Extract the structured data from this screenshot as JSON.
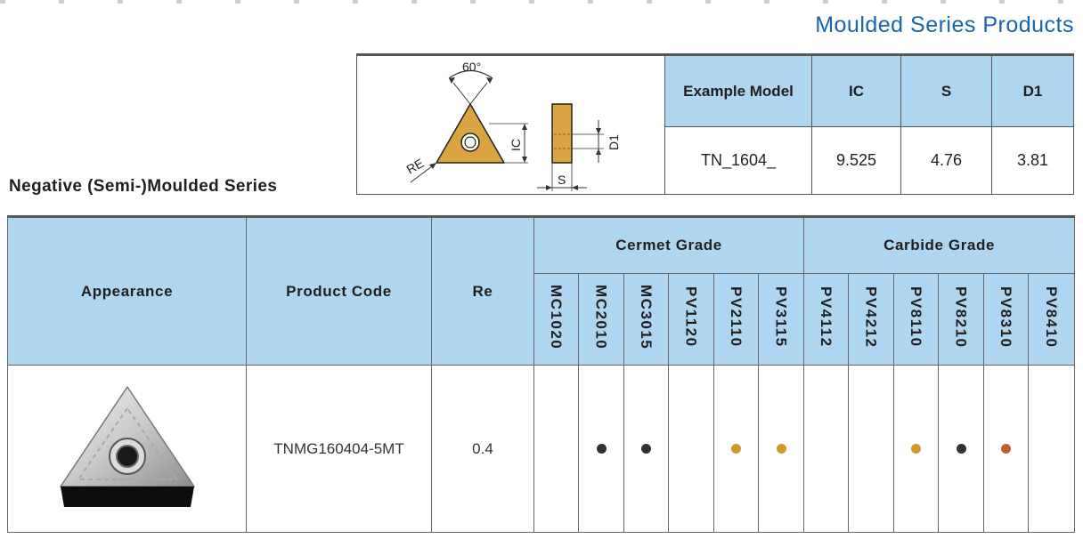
{
  "header": {
    "title": "Moulded Series Products"
  },
  "series_title": "Negative (Semi-)Moulded Series",
  "diagram": {
    "angle_label": "60°",
    "re_label": "RE",
    "ic_label": "IC",
    "d1_label": "D1",
    "s_label": "S"
  },
  "spec_table": {
    "headers": [
      "Example Model",
      "IC",
      "S",
      "D1"
    ],
    "row": [
      "TN_1604_",
      "9.525",
      "4.76",
      "3.81"
    ]
  },
  "grade_table": {
    "col_appearance": "Appearance",
    "col_product_code": "Product Code",
    "col_re": "Re",
    "cermet_group": "Cermet Grade",
    "carbide_group": "Carbide Grade",
    "grades": [
      "MC1020",
      "MC2010",
      "MC3015",
      "PV1120",
      "PV2110",
      "PV3115",
      "PV4112",
      "PV4212",
      "PV8110",
      "PV8210",
      "PV8310",
      "PV8410"
    ],
    "rows": [
      {
        "product_code": "TNMG160404-5MT",
        "re": "0.4",
        "availability": [
          "",
          "black",
          "black",
          "",
          "gold",
          "gold",
          "",
          "",
          "gold",
          "black",
          "copper",
          ""
        ]
      }
    ]
  },
  "dot_colors": {
    "black": "#333333",
    "gold": "#cf9a2e",
    "copper": "#c0622f"
  },
  "insert_color": "#d9a441"
}
